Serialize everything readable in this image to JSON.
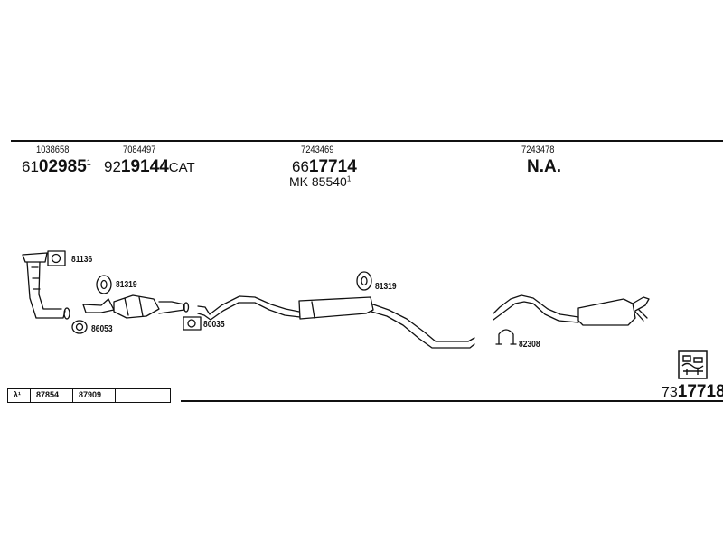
{
  "header": {
    "columns": [
      {
        "oe": "1038658",
        "part_prefix": "61",
        "part_bold": "02985",
        "part_sup": "1",
        "part_suffix": ""
      },
      {
        "oe": "7084497",
        "part_prefix": "92",
        "part_bold": "19144",
        "part_sup": "",
        "part_suffix": "CAT"
      },
      {
        "oe": "7243469",
        "part_prefix": "66",
        "part_bold": "17714",
        "part_sup": "",
        "part_suffix": "",
        "alt": "MK 85540",
        "alt_sup": "1"
      },
      {
        "oe": "7243478",
        "part_prefix": "",
        "part_bold": "N.A.",
        "part_sup": "",
        "part_suffix": ""
      }
    ]
  },
  "labels": {
    "gasket_top": "81136",
    "hanger_left": "81319",
    "gasket_lower": "86053",
    "gasket_cat": "80035",
    "hanger_mid": "81319",
    "clamp": "82308"
  },
  "set_table": {
    "symbol": "λ¹",
    "cells": [
      "87854",
      "87909",
      ""
    ]
  },
  "set_number": {
    "prefix": "73",
    "bold": "17718"
  },
  "icons": {
    "catalog": "exhaust-system-icon"
  }
}
